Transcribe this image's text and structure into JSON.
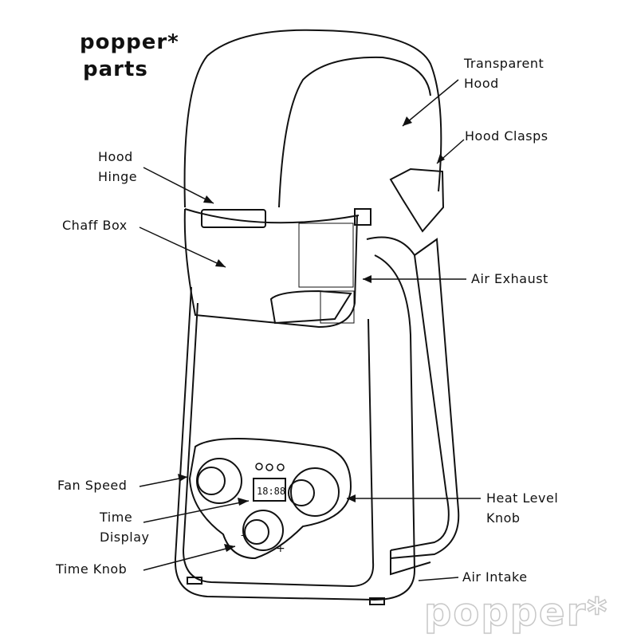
{
  "title": {
    "line1": "popper*",
    "line2": "parts"
  },
  "labels": {
    "transparent_hood": [
      "Transparent",
      "Hood"
    ],
    "hood_clasps": "Hood Clasps",
    "hood_hinge": [
      "Hood",
      "Hinge"
    ],
    "chaff_box": "Chaff Box",
    "air_exhaust": "Air Exhaust",
    "fan_speed": "Fan Speed",
    "time_display": [
      "Time",
      "Display"
    ],
    "time_knob": "Time Knob",
    "heat_level_knob": [
      "Heat Level",
      "Knob"
    ],
    "air_intake": "Air Intake"
  },
  "display_readout": "18:88",
  "time_knob_marks": {
    "minus": "-",
    "plus": "+"
  },
  "watermark": "popper*"
}
